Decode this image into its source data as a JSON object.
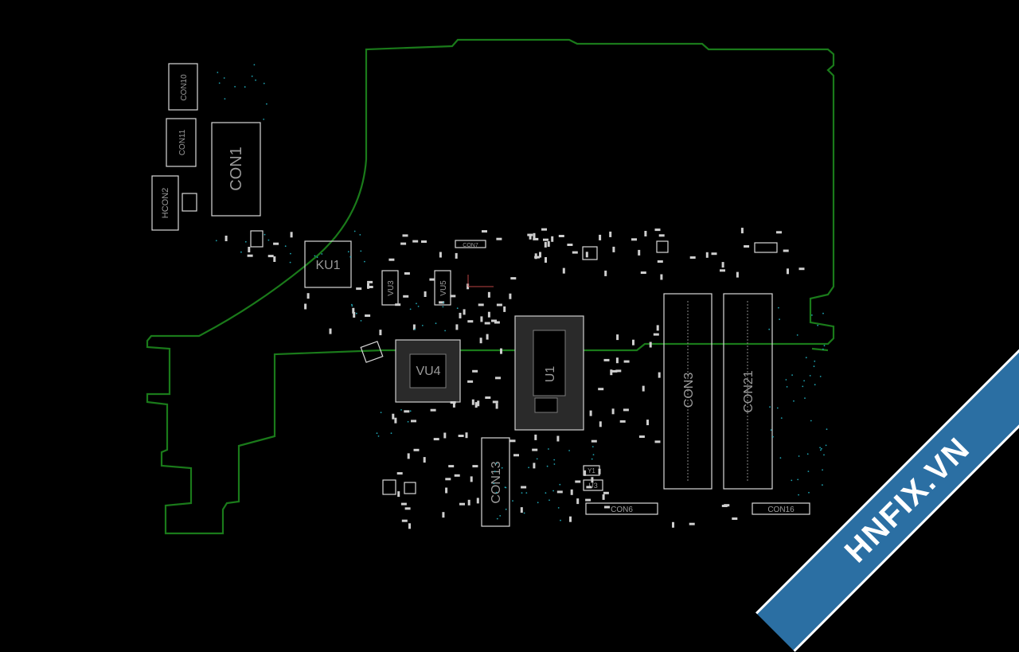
{
  "labels": {
    "con10": "CON10",
    "con11": "CON11",
    "con1": "CON1",
    "hcon2": "HCON2",
    "ku1": "KU1",
    "con7": "CON7",
    "vu3": "VU3",
    "vu5": "VU5",
    "vu4": "VU4",
    "u1": "U1",
    "con3": "CON3",
    "con21": "CON21",
    "con13": "CON13",
    "y1": "Y1",
    "u3": "U3",
    "con6": "CON6",
    "con16": "CON16"
  },
  "watermark": {
    "text": "HNFIX.VN"
  },
  "colors": {
    "background": "#000000",
    "outline": "#1a7a1a",
    "component": "#d9d9d9",
    "via": "#1fa2b0",
    "watermark_band": "#2b6fa3"
  }
}
